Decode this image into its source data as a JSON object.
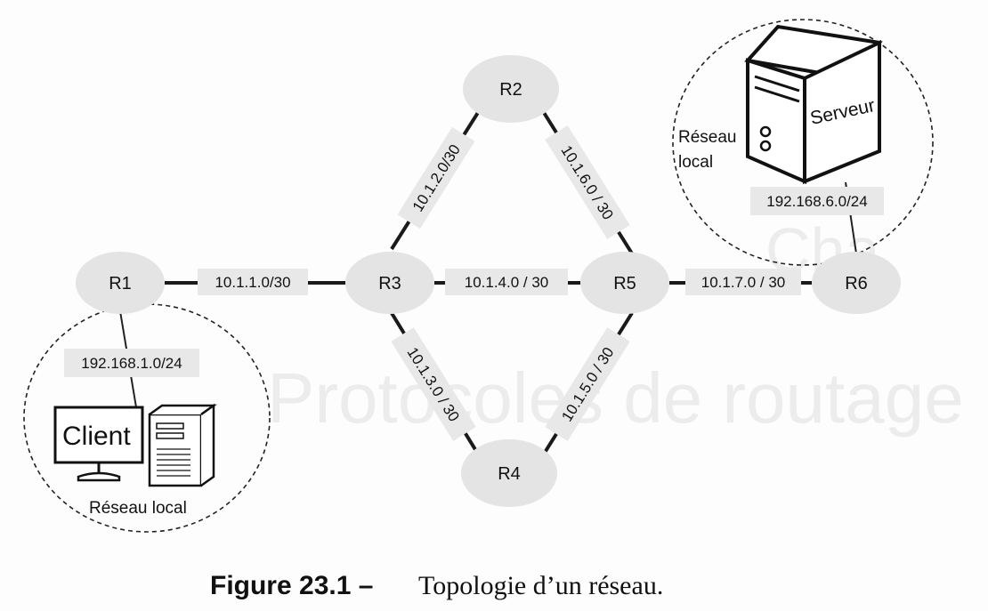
{
  "routers": [
    {
      "id": "R1",
      "label": "R1"
    },
    {
      "id": "R2",
      "label": "R2"
    },
    {
      "id": "R3",
      "label": "R3"
    },
    {
      "id": "R4",
      "label": "R4"
    },
    {
      "id": "R5",
      "label": "R5"
    },
    {
      "id": "R6",
      "label": "R6"
    }
  ],
  "links": [
    {
      "from": "R1",
      "to": "R3",
      "label": "10.1.1.0/30"
    },
    {
      "from": "R3",
      "to": "R2",
      "label": "10.1.2.0/30"
    },
    {
      "from": "R2",
      "to": "R5",
      "label": "10.1.6.0 / 30"
    },
    {
      "from": "R3",
      "to": "R5",
      "label": "10.1.4.0 / 30"
    },
    {
      "from": "R3",
      "to": "R4",
      "label": "10.1.3.0 / 30"
    },
    {
      "from": "R4",
      "to": "R5",
      "label": "10.1.5.0 / 30"
    },
    {
      "from": "R5",
      "to": "R6",
      "label": "10.1.7.0 / 30"
    }
  ],
  "lan_left": {
    "subnet": "192.168.1.0/24",
    "host_label": "Client",
    "network_label": "Réseau local"
  },
  "lan_right": {
    "subnet": "192.168.6.0/24",
    "host_label": "Serveur",
    "network_label_line1": "Réseau",
    "network_label_line2": "local"
  },
  "caption": {
    "number": "Figure 23.1 –",
    "text": "Topologie d’un réseau."
  },
  "colors": {
    "router_fill": "#e4e4e4",
    "link_stroke": "#1a1a1a",
    "label_bg": "#e8e8e8"
  }
}
